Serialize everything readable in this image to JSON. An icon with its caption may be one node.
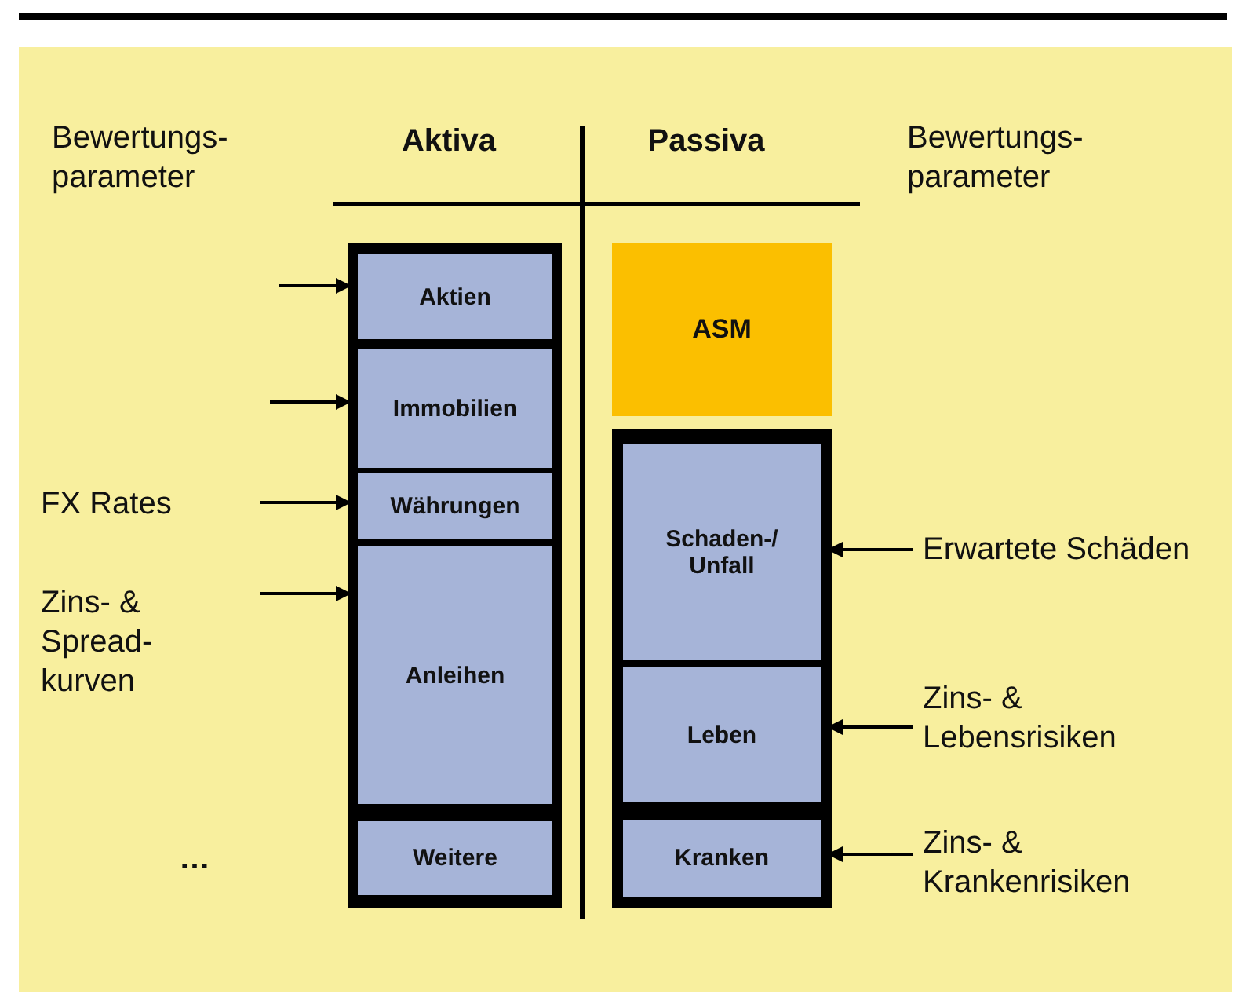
{
  "diagram": {
    "nodes": [
      {
        "text": [],
        "shape": "box"
      },
      {
        "text": [
          "Aktien"
        ],
        "in": 0
      },
      {
        "text": [
          "Immobilien"
        ],
        "in": 0
      },
      {
        "text": [
          "Währungen"
        ],
        "in": 0
      },
      {
        "text": [
          "Anleihen"
        ],
        "in": 0
      },
      {
        "text": [
          "Weitere"
        ],
        "in": 0
      },
      {
        "text": [
          "ASM"
        ]
      },
      {
        "text": [],
        "shape": "box"
      },
      {
        "text": [
          "Schaden-/ Unfall"
        ],
        "in": 7
      },
      {
        "text": [
          "Leben"
        ],
        "in": 7
      },
      {
        "text": [
          "Kranken"
        ],
        "in": 7
      },
      {
        "text": [
          "FX Rates"
        ]
      },
      {
        "text": [
          "Zins- & Spread- kurven"
        ]
      },
      {
        "text": [
          "Erwartete Schäden"
        ]
      },
      {
        "text": [
          "Zins- & Lebensrisiken"
        ]
      },
      {
        "text": [
          "Zins- & Krankenrisiken"
        ]
      }
    ],
    "edges": [
      {
        "from": null,
        "to": 1,
        "arrow": "to"
      },
      {
        "from": null,
        "to": 2,
        "arrow": "to"
      },
      {
        "from": 11,
        "to": 3,
        "arrow": "to"
      },
      {
        "from": 12,
        "to": 4,
        "arrow": "to"
      },
      {
        "from": 13,
        "to": 8,
        "arrow": "to"
      },
      {
        "from": 14,
        "to": 9,
        "arrow": "to"
      },
      {
        "from": 15,
        "to": 10,
        "arrow": "to"
      }
    ],
    "labels": [
      "Bewertungs- parameter",
      "Aktiva",
      "Passiva",
      "Bewertungs- parameter",
      "…"
    ]
  }
}
